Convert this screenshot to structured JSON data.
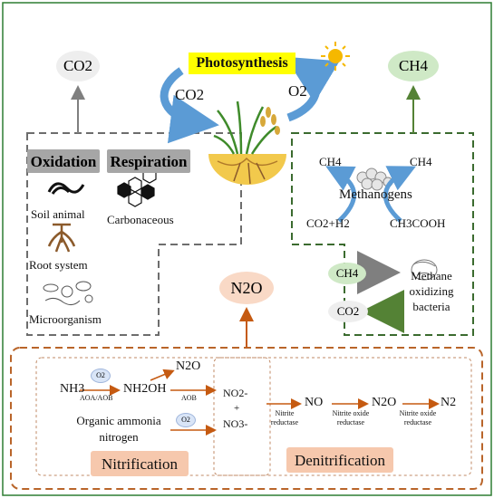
{
  "colors": {
    "outer_border": "#2e7d32",
    "gray_dashed": "#6d6d6d",
    "green_dashed": "#3b6b2f",
    "orange_dashed": "#b9652a",
    "co2_chip": "#eeeeee",
    "ch4_chip": "#cfe9c6",
    "n2o_chip": "#f9d9c6",
    "photosynthesis_bg": "#ffff00",
    "cycle_arrow": "#5b9bd5",
    "orange_arrow": "#c55a11",
    "green_arrow": "#548235",
    "gray_arrow": "#7f7f7f"
  },
  "top": {
    "co2_top": "CO2",
    "ch4_top": "CH4",
    "photosynthesis": "Photosynthesis",
    "co2_cycle": "CO2",
    "o2_cycle": "O2"
  },
  "left_box": {
    "oxidation": "Oxidation",
    "respiration": "Respiration",
    "soil_animal": "Soil animal",
    "carbonaceous": "Carbonaceous",
    "root_system": "Root system",
    "microorganism": "Microorganism"
  },
  "right_box": {
    "ch4_left": "CH4",
    "ch4_right": "CH4",
    "methanogens": "Methanogens",
    "co2_h2": "CO2+H2",
    "ch3cooh": "CH3COOH",
    "ch4_chip": "CH4",
    "co2_chip": "CO2",
    "methane_oxidizing_bacteria": "Methane oxidizing bacteria"
  },
  "n2o_mid": "N2O",
  "bottom": {
    "nh3": "NH3",
    "o2_a": "O2",
    "aoa_aob": "AOA/AOB",
    "nh2oh": "NH2OH",
    "n2o_small": "N2O",
    "aob": "AOB",
    "organic_ammonia_nitrogen": "Organic ammonia nitrogen",
    "o2_b": "O2",
    "no2": "NO2-",
    "plus": "+",
    "no3": "NO3-",
    "nitrite_reductase": "Nitrite reductase",
    "no": "NO",
    "nitrite_oxide_reductase_1": "Nitrite oxide reductase",
    "n2o_den": "N2O",
    "nitrite_oxide_reductase_2": "Nitrite oxide reductase",
    "n2": "N2",
    "nitrification": "Nitrification",
    "denitrification": "Denitrification"
  }
}
